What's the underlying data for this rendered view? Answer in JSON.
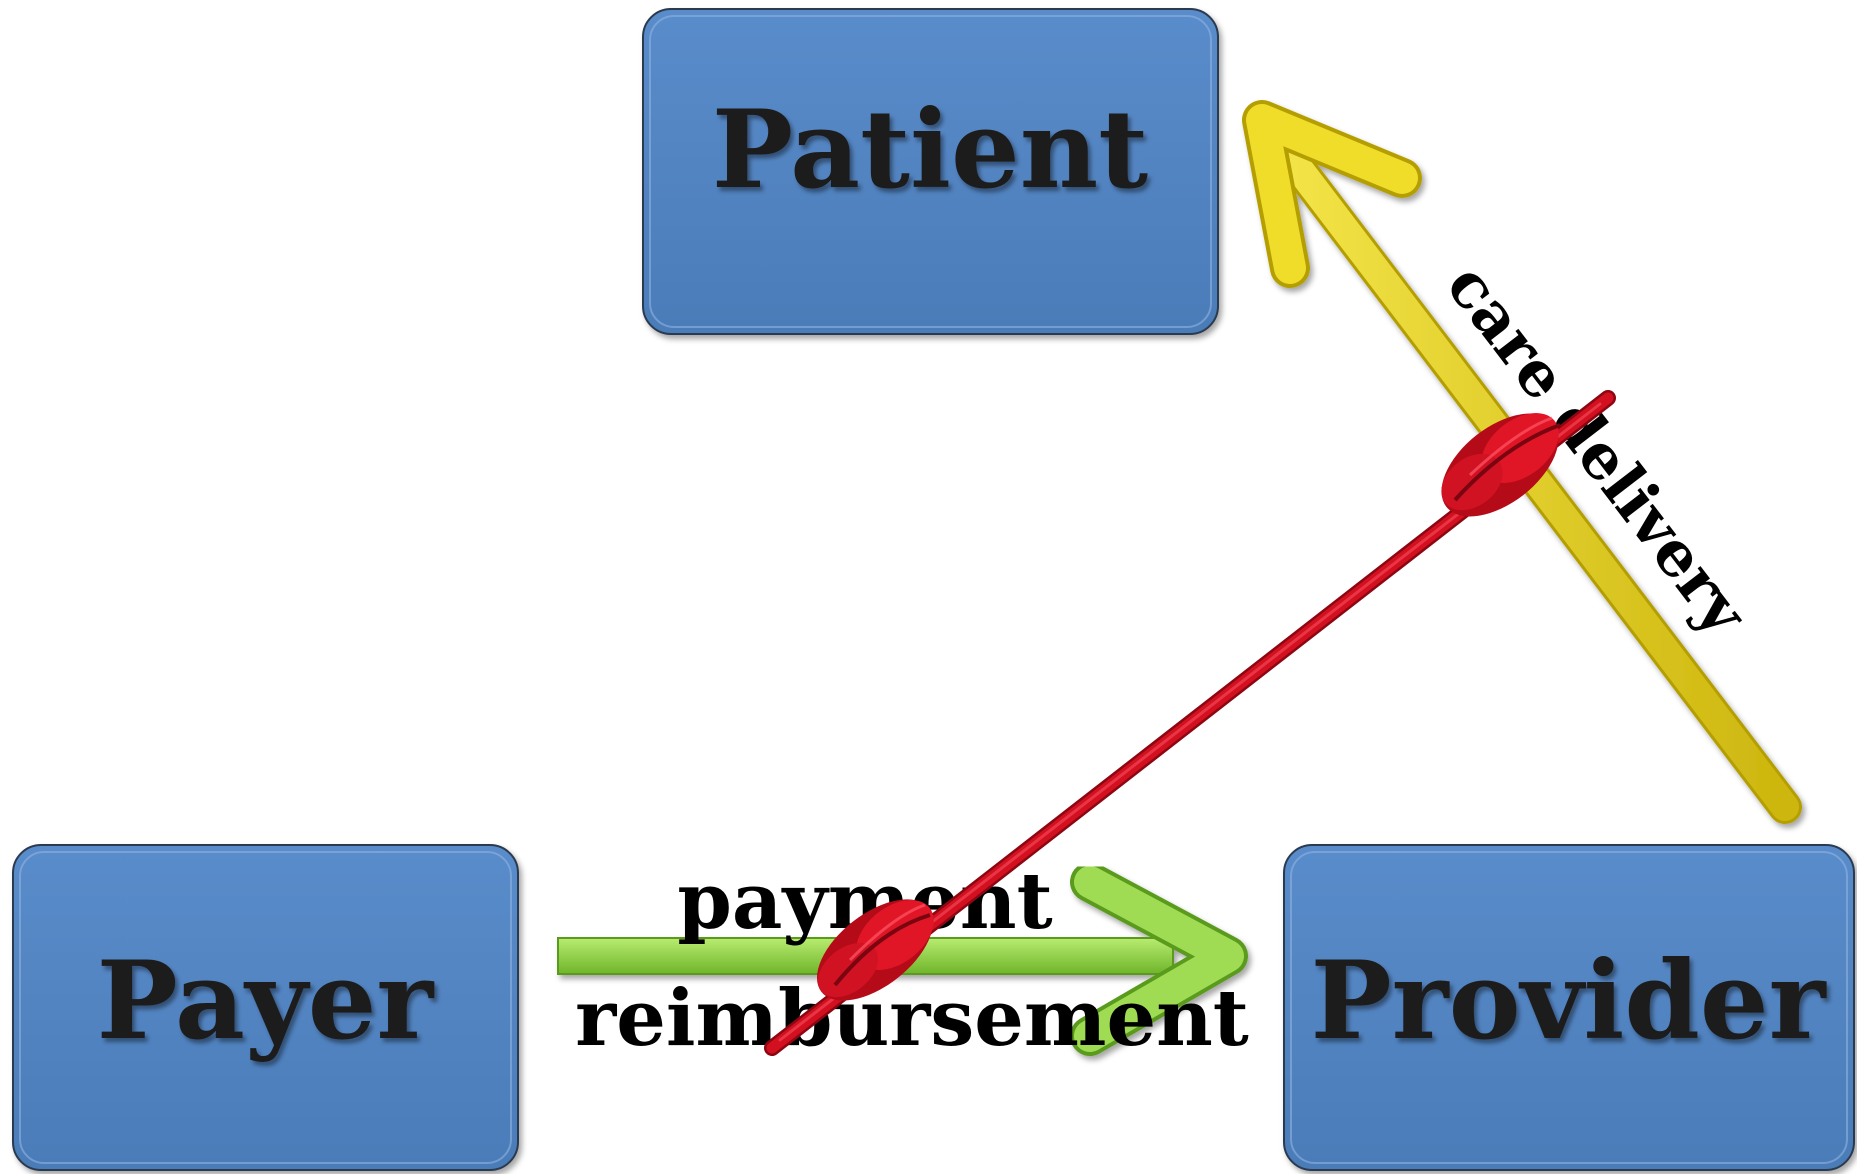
{
  "nodes": {
    "patient": {
      "label": "Patient"
    },
    "payer": {
      "label": "Payer"
    },
    "provider": {
      "label": "Provider"
    }
  },
  "edges": {
    "care": {
      "label": "care delivery",
      "color": "#e8d21c"
    },
    "payment": {
      "label_top": "payment",
      "label_bottom": "reimbursement",
      "color": "#84cc3a"
    }
  },
  "colors": {
    "node_fill": "#4f81bd",
    "node_border": "#2b3a4f",
    "string": "#d2101f"
  }
}
